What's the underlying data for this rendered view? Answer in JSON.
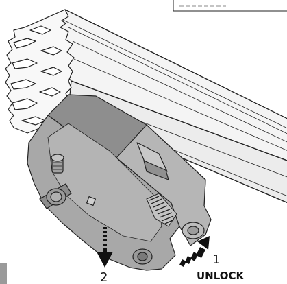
{
  "diagram": {
    "step_down": "2",
    "step_unlock": "1",
    "unlock_label": "UNLOCK",
    "colors": {
      "rail_fill": "#f2f2f2",
      "rail_stroke": "#222222",
      "adapter_fill": "#a9a9a9",
      "adapter_dark": "#8a8a8a",
      "adapter_light": "#c4c4c4",
      "arrow": "#111111",
      "corner_tab": "#9a9a9a"
    }
  }
}
